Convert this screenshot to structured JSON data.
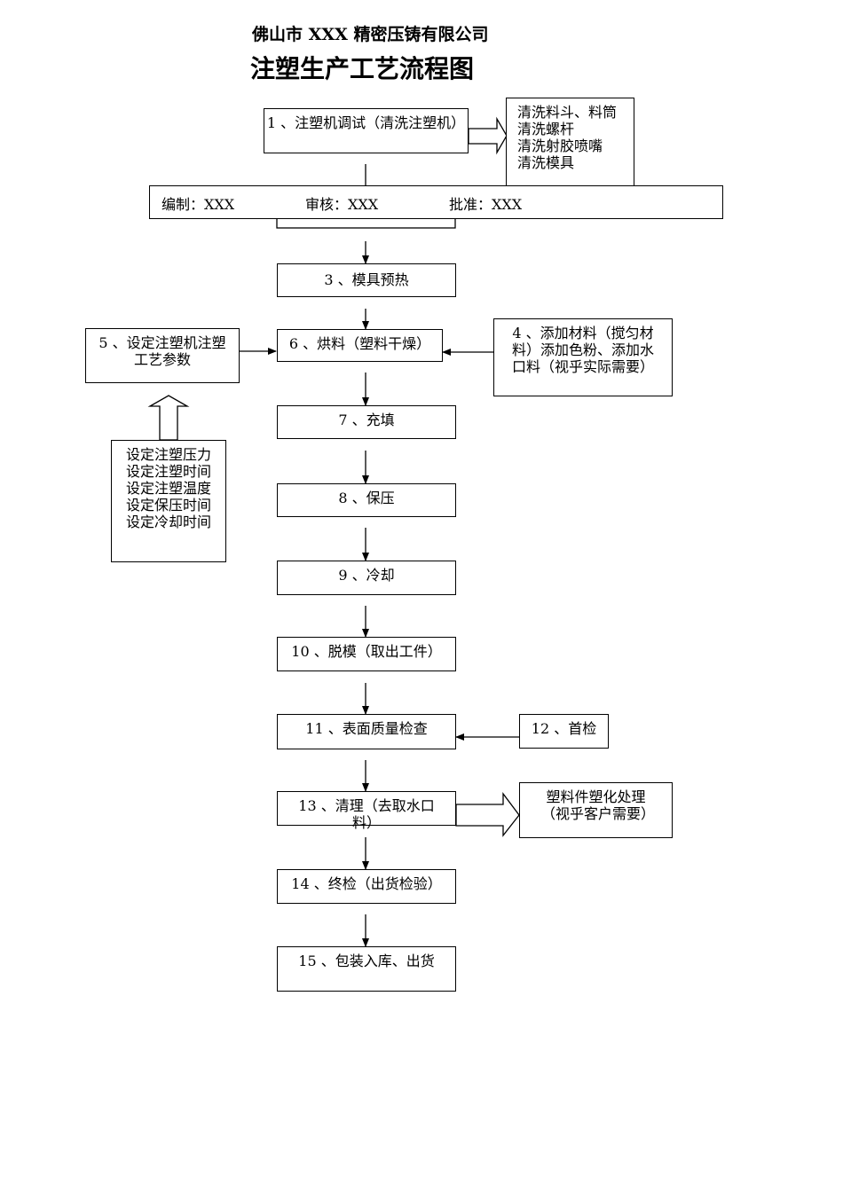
{
  "header": {
    "company": "佛山市 XXX 精密压铸有限公司",
    "title": "注塑生产工艺流程图"
  },
  "signoff": {
    "compiled": "编制：XXX",
    "reviewed": "审核：XXX",
    "approved": "批准：XXX"
  },
  "steps": {
    "s1": "1 、注塑机调试（清洗注塑机）",
    "s3": "3 、模具预热",
    "s4": "4 、添加材料（搅匀材料）添加色粉、添加水口料（视乎实际需要）",
    "s5": "5 、设定注塑机注塑工艺参数",
    "s6": "6 、烘料（塑料干燥）",
    "s7": "7 、充填",
    "s8": "8 、保压",
    "s9": "9 、冷却",
    "s10": "10 、脱模（取出工件）",
    "s11": "11 、表面质量检查",
    "s12": "12 、首检",
    "s13": "13 、清理（去取水口料）",
    "s14": "14 、终检（出货检验）",
    "s15": "15 、包装入库、出货"
  },
  "notes": {
    "cleaning": [
      "清洗料斗、料筒",
      "清洗螺杆",
      "清洗射胶喷嘴",
      "清洗模具"
    ],
    "params": [
      "设定注塑压力",
      "设定注塑时间",
      "设定注塑温度",
      "设定保压时间",
      "设定冷却时间"
    ],
    "plasticizing": "塑料件塑化处理（视乎客户需要）"
  }
}
